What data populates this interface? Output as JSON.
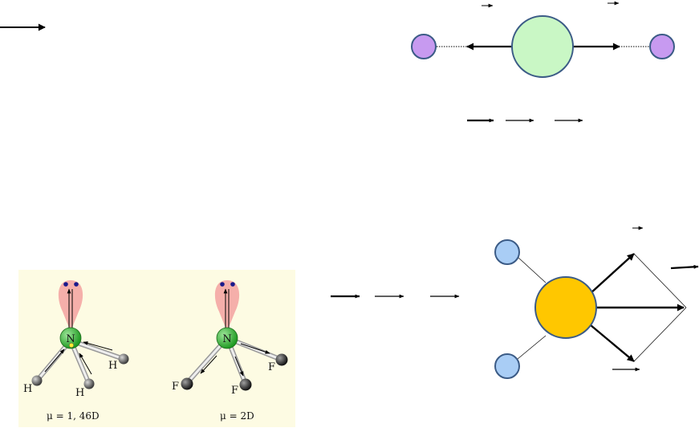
{
  "colors": {
    "panel_bg": "#fdfbe3",
    "central_green": "#c9f7c5",
    "terminal_purple": "#c79af0",
    "central_orange": "#ffc700",
    "small_blue": "#a9cdf5",
    "nitrogen_green": "#34b233",
    "lone_pair_pink": "#f4a6a3"
  },
  "icons": {
    "vector": "arrow-icon"
  },
  "molecules": {
    "nh3": {
      "center_label": "N",
      "ligand_label": "H",
      "dipole_text": "μ = 1, 46D"
    },
    "nf3": {
      "center_label": "N",
      "ligand_label": "F",
      "dipole_text": "μ = 2D"
    }
  }
}
